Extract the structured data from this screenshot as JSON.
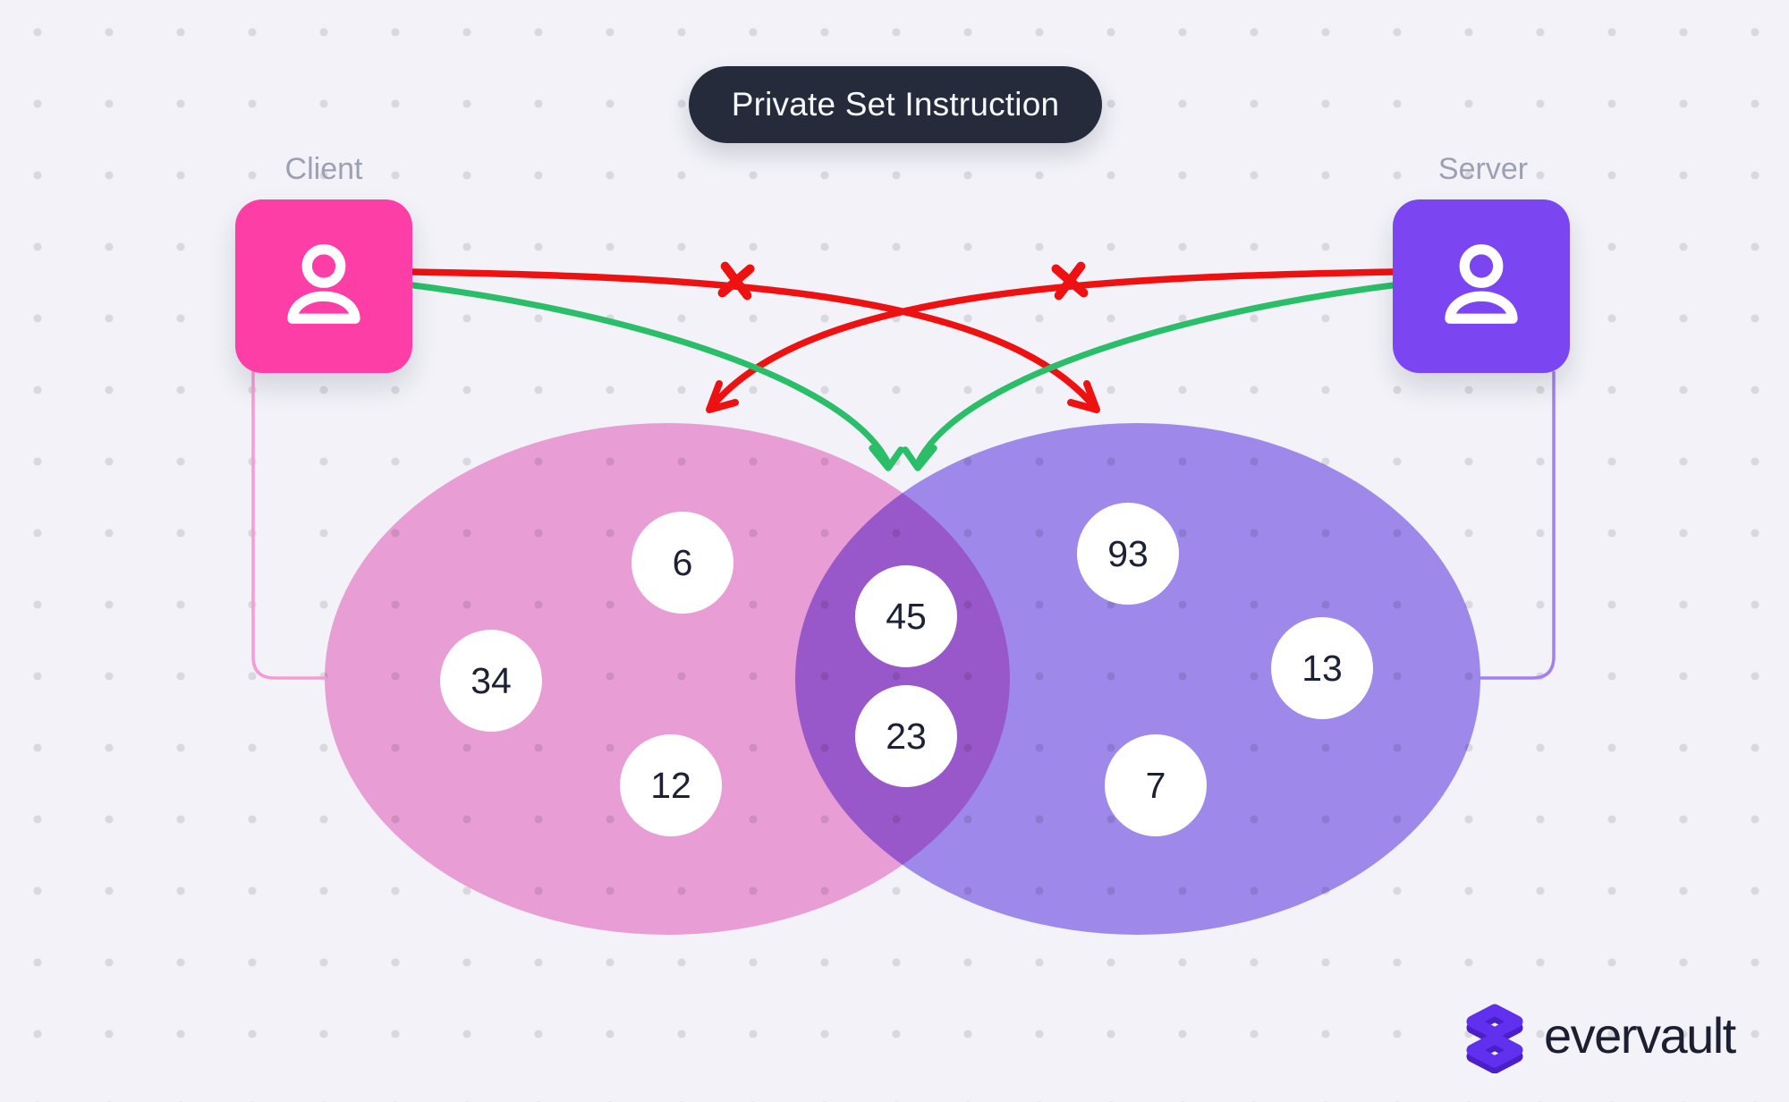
{
  "title": {
    "label": "Private Set Instruction"
  },
  "actors": {
    "client": {
      "label": "Client",
      "box_color": "#FC3EA6"
    },
    "server": {
      "label": "Server",
      "box_color": "#7B46F2"
    }
  },
  "venn": {
    "client_only_values": [
      "6",
      "34",
      "12"
    ],
    "intersection_values": [
      "45",
      "23"
    ],
    "server_only_values": [
      "93",
      "13",
      "7"
    ],
    "client_set_color": "#F5A6DB",
    "server_set_color": "#A78FF1"
  },
  "arrows": {
    "blocked_color": "#EE1111",
    "allowed_color": "#2ABE68"
  },
  "logo": {
    "wordmark": "evervault"
  }
}
